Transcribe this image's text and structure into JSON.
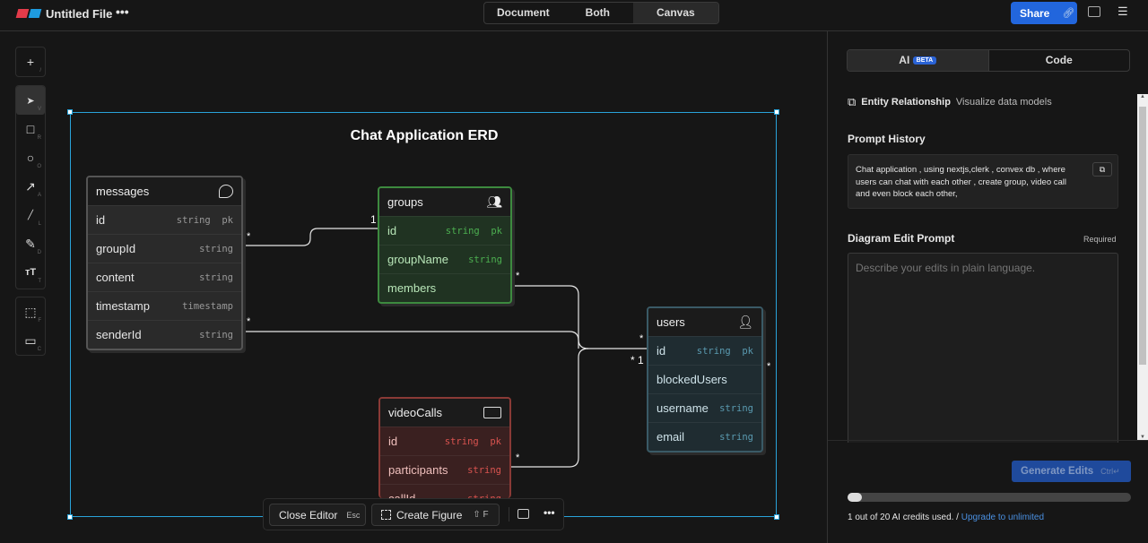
{
  "topbar": {
    "file_title": "Untitled File",
    "view_modes": [
      "Document",
      "Both",
      "Canvas"
    ],
    "active_view": "Canvas",
    "share_label": "Share"
  },
  "toolbar": {
    "tools": [
      {
        "name": "add",
        "glyph": "+",
        "key": "/"
      },
      {
        "name": "select",
        "glyph": "➤",
        "key": "V"
      },
      {
        "name": "rectangle",
        "glyph": "□",
        "key": "R"
      },
      {
        "name": "ellipse",
        "glyph": "○",
        "key": "O"
      },
      {
        "name": "arrow",
        "glyph": "↗",
        "key": "A"
      },
      {
        "name": "line",
        "glyph": "╱",
        "key": "L"
      },
      {
        "name": "pencil",
        "glyph": "✎",
        "key": "D"
      },
      {
        "name": "text",
        "glyph": "тT",
        "key": "T"
      },
      {
        "name": "frame",
        "glyph": "⬚",
        "key": "F"
      },
      {
        "name": "comment",
        "glyph": "▭",
        "key": "C"
      }
    ]
  },
  "diagram": {
    "title": "Chat Application ERD",
    "entities": {
      "messages": {
        "name": "messages",
        "color": "#9a9a9a",
        "rows": [
          {
            "f": "id",
            "t": "string  pk"
          },
          {
            "f": "groupId",
            "t": "string"
          },
          {
            "f": "content",
            "t": "string"
          },
          {
            "f": "timestamp",
            "t": "timestamp"
          },
          {
            "f": "senderId",
            "t": "string"
          }
        ]
      },
      "groups": {
        "name": "groups",
        "color": "#4caf50",
        "rows": [
          {
            "f": "id",
            "t": "string  pk"
          },
          {
            "f": "groupName",
            "t": "string"
          },
          {
            "f": "members",
            "t": ""
          }
        ]
      },
      "users": {
        "name": "users",
        "color": "#5a9ab0",
        "rows": [
          {
            "f": "id",
            "t": "string  pk"
          },
          {
            "f": "blockedUsers",
            "t": ""
          },
          {
            "f": "username",
            "t": "string"
          },
          {
            "f": "email",
            "t": "string"
          }
        ]
      },
      "videoCalls": {
        "name": "videoCalls",
        "color": "#d9534f",
        "rows": [
          {
            "f": "id",
            "t": "string  pk"
          },
          {
            "f": "participants",
            "t": "string"
          },
          {
            "f": "callId",
            "t": "string"
          }
        ]
      }
    },
    "cardinalities": {
      "m_group": "*",
      "g_id": "1",
      "g_members": "*",
      "m_sender": "*",
      "u_a": "*",
      "u_b": "* 1",
      "v_part": "*",
      "u_blocked": "*"
    }
  },
  "bottombar": {
    "close_label": "Close Editor",
    "close_key": "Esc",
    "create_label": "Create Figure",
    "create_key": "⇧ F"
  },
  "panel": {
    "tabs": [
      "AI",
      "Code"
    ],
    "beta": "BETA",
    "diagram_type": "Entity Relationship",
    "diagram_type_desc": "Visualize data models",
    "history_title": "Prompt History",
    "history_text": "Chat application , using nextjs,clerk , convex db , where users can chat with each other , create group, video call and even block each other,",
    "edit_title": "Diagram Edit Prompt",
    "required": "Required",
    "edit_placeholder": "Describe your edits in plain language.",
    "generate_label": "Generate Edits",
    "generate_key": "Ctrl↵",
    "credits_used": 1,
    "credits_total": 20,
    "credits_text": "1 out of 20 AI credits used. /",
    "upgrade_label": "Upgrade to unlimited"
  }
}
